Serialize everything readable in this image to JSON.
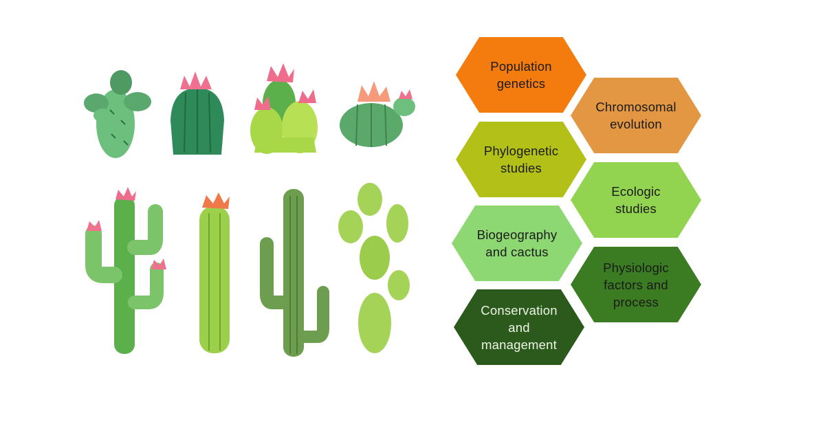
{
  "topics": [
    {
      "label": "Population\ngenetics",
      "color": "#f47c0f",
      "text_tone": "dark"
    },
    {
      "label": "Chromosomal\nevolution",
      "color": "#e39742",
      "text_tone": "dark"
    },
    {
      "label": "Phylogenetic\nstudies",
      "color": "#b3c018",
      "text_tone": "dark"
    },
    {
      "label": "Ecologic\nstudies",
      "color": "#92d350",
      "text_tone": "dark"
    },
    {
      "label": "Biogeography\nand cactus",
      "color": "#8ed873",
      "text_tone": "dark"
    },
    {
      "label": "Physiologic\nfactors and\nprocess",
      "color": "#3b7c23",
      "text_tone": "dark"
    },
    {
      "label": "Conservation\nand\nmanagement",
      "color": "#2b5a1c",
      "text_tone": "light"
    }
  ],
  "illustration": {
    "cacti": [
      "prickly-pear-small",
      "round-barrel",
      "flowering-cluster",
      "ball-barrel",
      "saguaro-flowering",
      "columnar-flowering",
      "saguaro-plain",
      "prickly-pear-tall"
    ]
  }
}
